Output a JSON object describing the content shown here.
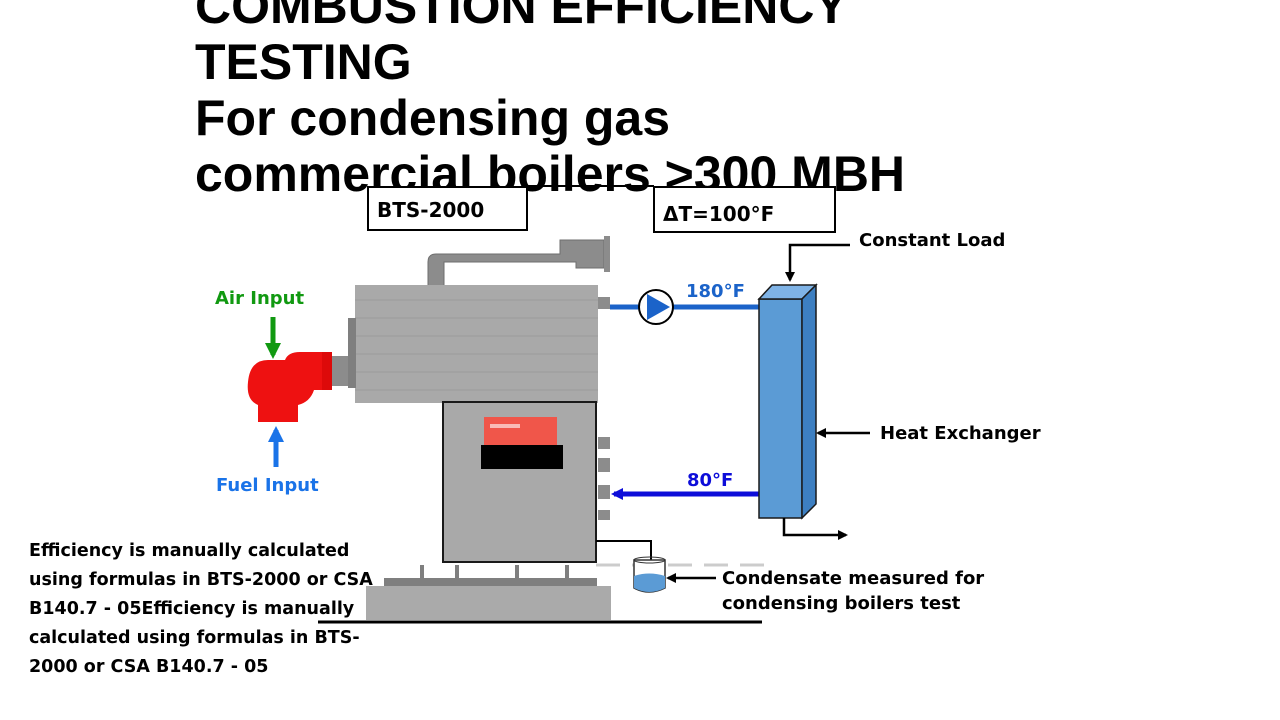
{
  "title": {
    "lines": [
      "COMBUSTION EFFICIENCY",
      "TESTING",
      "For condensing gas",
      "commercial boilers >300 MBH"
    ]
  },
  "labels": {
    "bts_box": "BTS-2000",
    "delta_t_box": "ΔT=100°F",
    "constant_load": "Constant Load",
    "air_input": "Air Input",
    "fuel_input": "Fuel Input",
    "supply_temp": "180°F",
    "return_temp": "80°F",
    "heat_exchanger": "Heat Exchanger",
    "condensate_line1": "Condensate measured for",
    "condensate_line2": "condensing boilers test"
  },
  "note": "Efficiency is manually calculated using formulas in BTS-2000 or CSA B140.7 - 05Efficiency is manually calculated using formulas in BTS-2000 or CSA B140.7 - 05",
  "colors": {
    "air": "#119911",
    "fuel": "#1a73e8",
    "supply_pipe": "#1b63c9",
    "return_pipe": "#0d0dd9",
    "burner": "#ee1111",
    "boiler": "#a9a9a9",
    "heat_exchanger": "#5b9bd5"
  },
  "icons": [
    "pump-icon",
    "burner-icon",
    "boiler-icon",
    "heat-exchanger-icon",
    "condensate-cup-icon"
  ]
}
